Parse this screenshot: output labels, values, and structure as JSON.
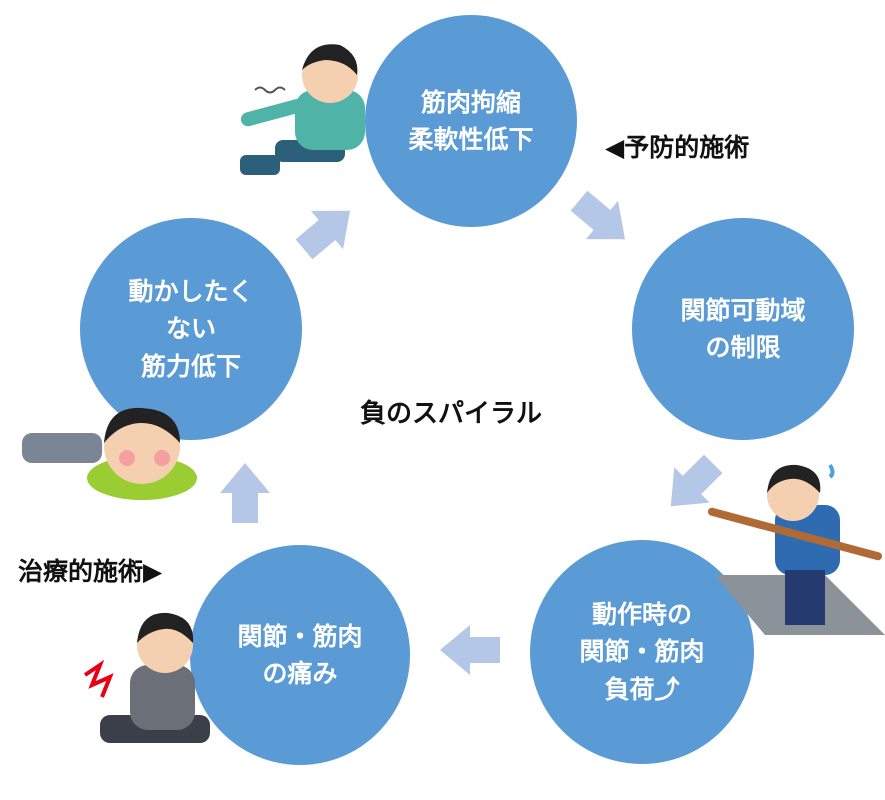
{
  "title": "負のスパイラル",
  "circles": {
    "top": [
      "筋肉拘縮",
      "柔軟性低下"
    ],
    "right": [
      "関節可動域",
      "の制限"
    ],
    "bottom_right": [
      "動作時の",
      "関節・筋肉",
      "負荷⤴"
    ],
    "bottom_left": [
      "関節・筋肉",
      "の痛み"
    ],
    "left": [
      "動かしたく",
      "ない",
      "筋力低下"
    ]
  },
  "labels": {
    "preventive": "◀予防的施術",
    "therapeutic": "治療的施術▶"
  },
  "colors": {
    "circle": "#5b9bd5",
    "arrow": "#b4c7e7"
  }
}
